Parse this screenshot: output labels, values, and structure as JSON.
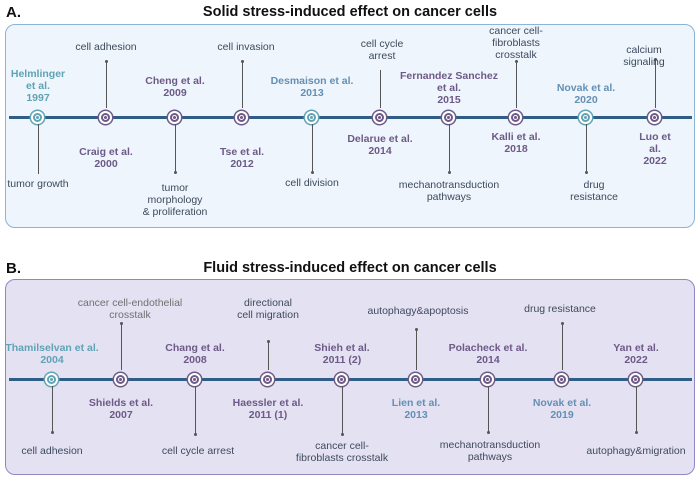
{
  "panels": [
    {
      "letter": "A.",
      "title": "Solid stress-induced effect on cancer cells",
      "studies": [
        {
          "label": "Helmlinger\net al.\n1997",
          "color": "#5fa3b4"
        },
        {
          "label": "Craig et al.\n2000",
          "color": "#6d5a87"
        },
        {
          "label": "Cheng et al.\n2009",
          "color": "#6d5a87"
        },
        {
          "label": "Tse et al.\n2012",
          "color": "#6d5a87"
        },
        {
          "label": "Desmaison et al.\n2013",
          "color": "#6490b5"
        },
        {
          "label": "Delarue et al.\n2014",
          "color": "#6d5a87"
        },
        {
          "label": "Fernandez Sanchez\net al.\n2015",
          "color": "#6d5a87"
        },
        {
          "label": "Kalli et al.\n2018",
          "color": "#6d5a87"
        },
        {
          "label": "Novak et al.\n2020",
          "color": "#6490b5"
        },
        {
          "label": "Luo et\nal.\n2022",
          "color": "#6d5a87"
        }
      ],
      "effects": [
        "tumor growth",
        "cell adhesion",
        "tumor\nmorphology\n& proliferation",
        "cell invasion",
        "cell division",
        "cell cycle\narrest",
        "mechanotransduction\npathways",
        "cancer cell-\nfibroblasts\ncrosstalk",
        "drug\nresistance",
        "calcium signaling"
      ]
    },
    {
      "letter": "B.",
      "title": "Fluid stress-induced effect on cancer cells",
      "studies": [
        {
          "label": "Thamilselvan et al.\n2004",
          "color": "#5fa3b4"
        },
        {
          "label": "Shields et al.\n2007",
          "color": "#6d5a87"
        },
        {
          "label": "Chang et al.\n2008",
          "color": "#6d5a87"
        },
        {
          "label": "Haessler et al.\n2011 (1)",
          "color": "#6d5a87"
        },
        {
          "label": "Shieh et al.\n2011 (2)",
          "color": "#6d5a87"
        },
        {
          "label": "Lien et al.\n2013",
          "color": "#6490b5"
        },
        {
          "label": "Polacheck et al.\n2014",
          "color": "#6d5a87"
        },
        {
          "label": "Novak et al.\n2019",
          "color": "#6490b5"
        },
        {
          "label": "Yan et al.\n2022",
          "color": "#6d5a87"
        }
      ],
      "effects": [
        "cell adhesion",
        "cancer cell-endothelial\ncrosstalk",
        "cell cycle arrest",
        "directional\ncell migration",
        "cancer cell-\nfibroblasts crosstalk",
        "autophagy&apoptosis",
        "mechanotransduction\npathways",
        "drug resistance",
        "autophagy&migration"
      ]
    }
  ]
}
